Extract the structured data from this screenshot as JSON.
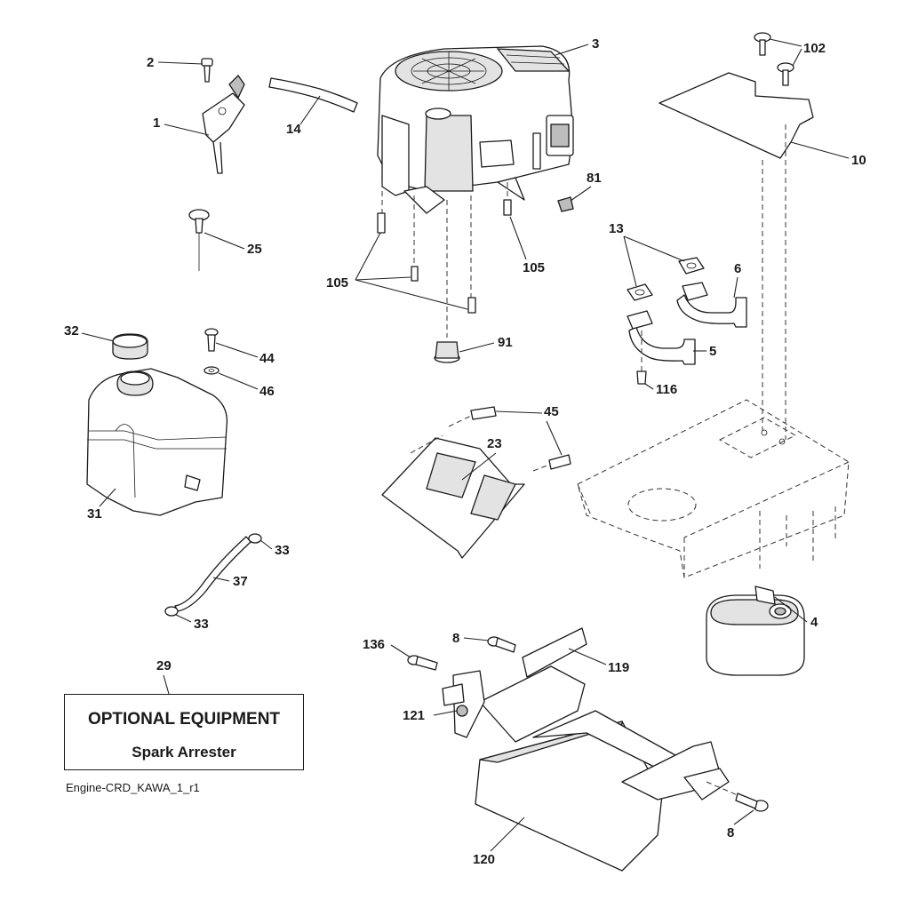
{
  "callouts": {
    "c1": "1",
    "c2": "2",
    "c3": "3",
    "c4": "4",
    "c5": "5",
    "c6": "6",
    "c8a": "8",
    "c8b": "8",
    "c10": "10",
    "c13": "13",
    "c14": "14",
    "c23": "23",
    "c25": "25",
    "c29": "29",
    "c31": "31",
    "c32": "32",
    "c33a": "33",
    "c33b": "33",
    "c37": "37",
    "c44": "44",
    "c45": "45",
    "c46": "46",
    "c81": "81",
    "c91": "91",
    "c102": "102",
    "c105a": "105",
    "c105b": "105",
    "c116": "116",
    "c119": "119",
    "c120": "120",
    "c121": "121",
    "c136": "136"
  },
  "optional_box": {
    "title": "OPTIONAL EQUIPMENT",
    "subtitle": "Spark Arrester"
  },
  "drawing_id": "Engine-CRD_KAWA_1_r1"
}
